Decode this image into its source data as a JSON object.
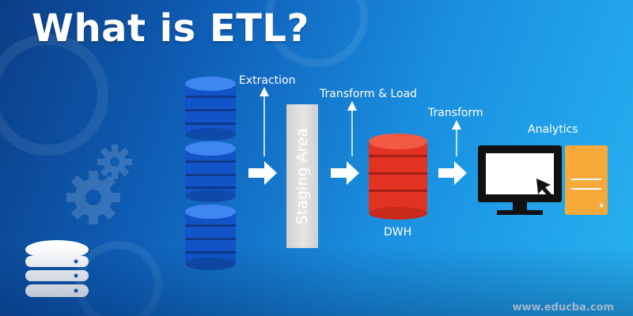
{
  "title": "What is ETL?",
  "labels": {
    "extraction": "Extraction",
    "transform_load": "Transform & Load",
    "transform": "Transform",
    "analytics": "Analytics",
    "staging_area": "Staging Area",
    "dwh": "DWH"
  },
  "watermark": "www.educba.com",
  "colors": {
    "source_db": "#1565e0",
    "warehouse_db": "#e8362a",
    "staging": "#d9d9d9",
    "server": "#f7a93a",
    "monitor": "#111111",
    "arrow": "#ffffff"
  },
  "icons": [
    "database-icon",
    "gear-icon",
    "monitor-icon",
    "cursor-icon",
    "server-icon"
  ]
}
